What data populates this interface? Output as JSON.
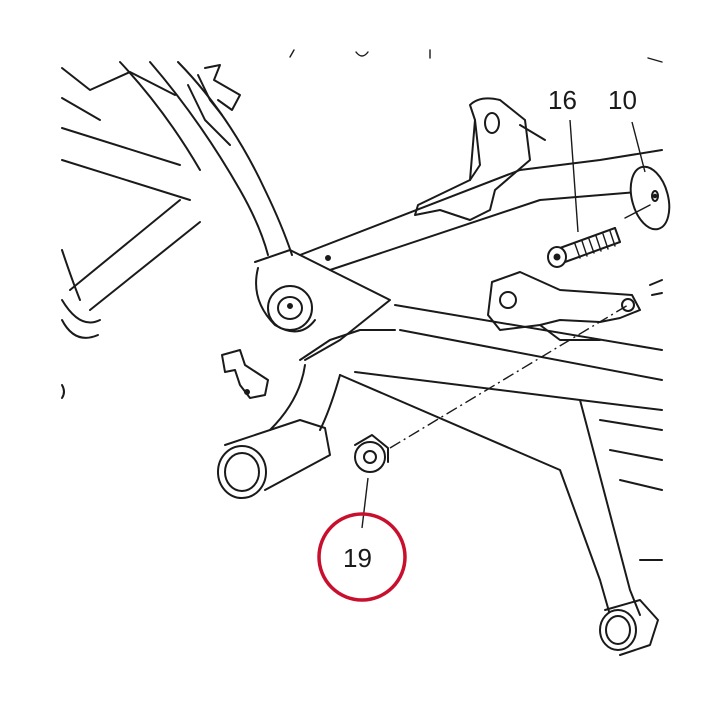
{
  "callouts": {
    "part_16": "16",
    "part_10": "10",
    "part_19": "19"
  },
  "highlight": {
    "target": "19",
    "color": "#c8102e"
  }
}
